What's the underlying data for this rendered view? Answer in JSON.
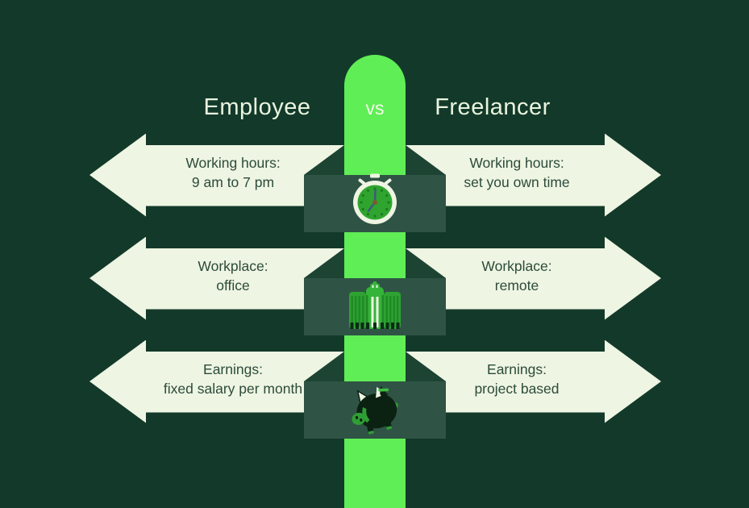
{
  "title": {
    "left": "Employee",
    "versus": "vs",
    "right": "Freelancer"
  },
  "rows": [
    {
      "icon": "stopwatch-icon",
      "left": {
        "line1": "Working hours:",
        "line2": "9 am to 7 pm"
      },
      "right": {
        "line1": "Working hours:",
        "line2": "set you own time"
      }
    },
    {
      "icon": "office-building-icon",
      "left": {
        "line1": "Workplace:",
        "line2": "office"
      },
      "right": {
        "line1": "Workplace:",
        "line2": "remote"
      }
    },
    {
      "icon": "piggy-bank-icon",
      "left": {
        "line1": "Earnings:",
        "line2": "fixed salary per month"
      },
      "right": {
        "line1": "Earnings:",
        "line2": "project based"
      }
    }
  ],
  "colors": {
    "background": "#13392A",
    "pillar": "#5FEE55",
    "arrow": "#EEF5E2",
    "icon_panel": "#2F5445",
    "panel_shadow": "#1D4433",
    "text_dark": "#2C4B3B",
    "text_light": "#E9F4DE",
    "icon_green": "#2FA42F",
    "icon_green_bright": "#3DBE3F",
    "icon_dark": "#0B2213"
  }
}
